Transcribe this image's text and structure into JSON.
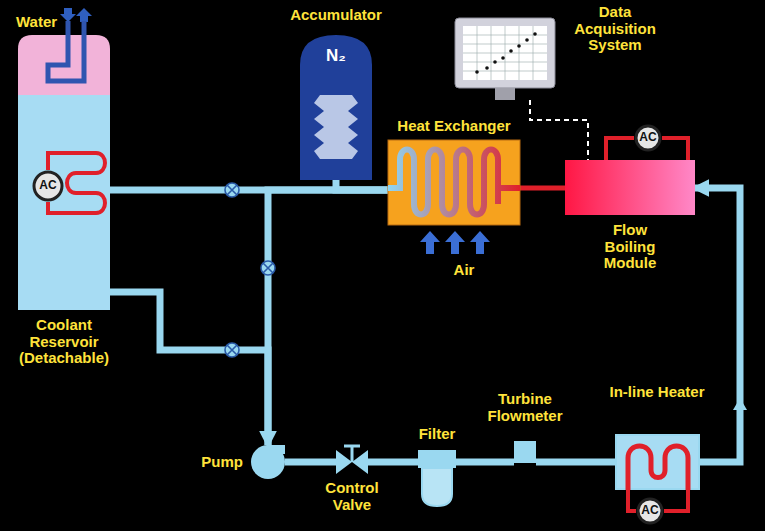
{
  "diagram": {
    "nodes": [
      {
        "text": [
          "Coolant Reservoir (Detachable)"
        ]
      },
      {
        "text": [
          "AC"
        ],
        "in": 0
      },
      {
        "text": [
          "Accumulator",
          "N₂"
        ]
      },
      {
        "text": [
          "Data Acquisition System"
        ]
      },
      {
        "text": [
          "Heat Exchanger"
        ]
      },
      {
        "text": [
          "Flow Boiling Module"
        ]
      },
      {
        "text": [
          "AC"
        ]
      },
      {
        "text": [
          "Pump"
        ]
      },
      {
        "text": [
          "Control Valve"
        ]
      },
      {
        "text": [
          "Filter"
        ]
      },
      {
        "text": [
          "Turbine Flowmeter"
        ]
      },
      {
        "text": [
          "In-line Heater"
        ]
      },
      {
        "text": [
          "AC"
        ]
      }
    ],
    "edges": [
      {
        "from": 0,
        "to": 4,
        "arrow": "none"
      },
      {
        "from": 2,
        "to": 4,
        "arrow": "none"
      },
      {
        "from": 4,
        "to": 5,
        "arrow": "none"
      },
      {
        "from": 3,
        "to": 5,
        "arrow": "none"
      },
      {
        "from": 6,
        "to": 5,
        "arrow": "none"
      },
      {
        "from": 4,
        "to": 7,
        "arrow": "to"
      },
      {
        "from": 0,
        "to": 7,
        "arrow": "none"
      },
      {
        "from": 7,
        "to": 8,
        "arrow": "none"
      },
      {
        "from": 8,
        "to": 9,
        "arrow": "none"
      },
      {
        "from": 9,
        "to": 10,
        "arrow": "none"
      },
      {
        "from": 10,
        "to": 11,
        "arrow": "none"
      },
      {
        "from": 11,
        "to": 5,
        "arrow": "to"
      },
      {
        "from": 12,
        "to": 11,
        "arrow": "none"
      }
    ],
    "labels": [
      "Water",
      "Air"
    ]
  }
}
